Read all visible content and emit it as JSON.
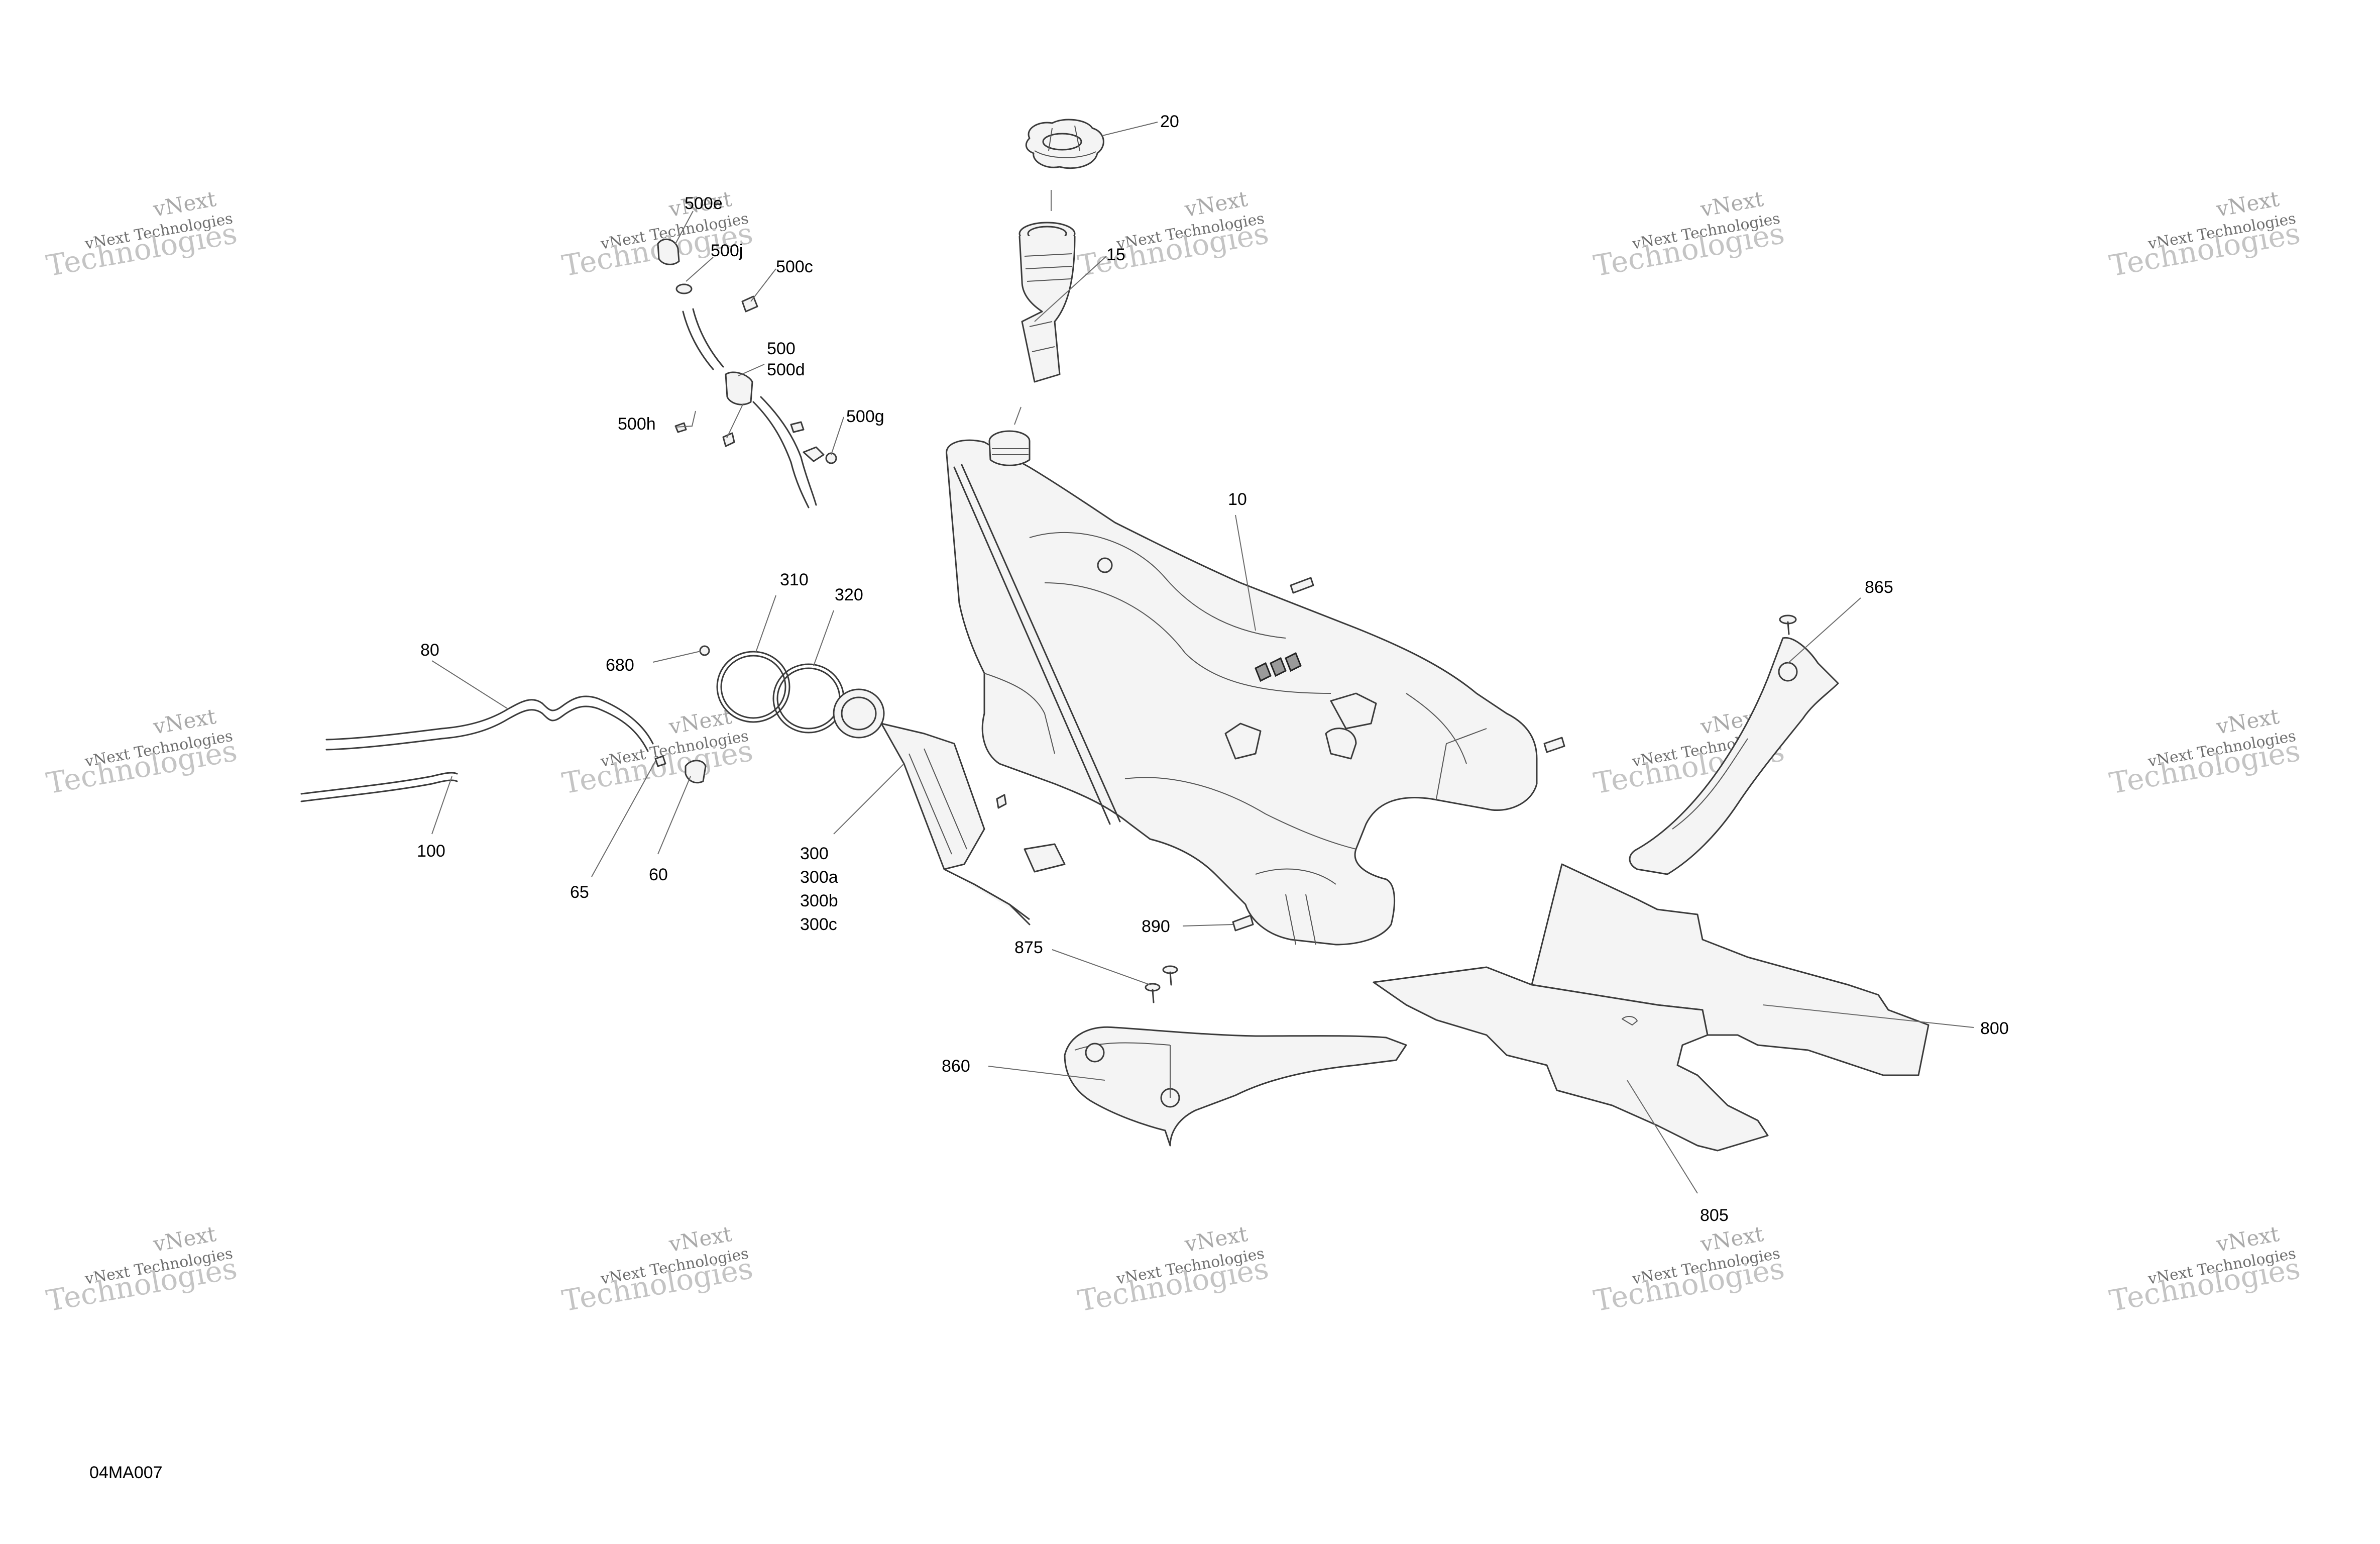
{
  "figure_code": "04MA007",
  "watermark": {
    "line1": "vNext",
    "line2": "vNext Technologies",
    "line3": "Technologies"
  },
  "callouts": [
    {
      "id": "c-20",
      "text": "20"
    },
    {
      "id": "c-15",
      "text": "15"
    },
    {
      "id": "c-10",
      "text": "10"
    },
    {
      "id": "c-500e",
      "text": "500e"
    },
    {
      "id": "c-500j",
      "text": "500j"
    },
    {
      "id": "c-500c",
      "text": "500c"
    },
    {
      "id": "c-500",
      "text": "500"
    },
    {
      "id": "c-500d",
      "text": "500d"
    },
    {
      "id": "c-500h",
      "text": "500h"
    },
    {
      "id": "c-500g",
      "text": "500g"
    },
    {
      "id": "c-310",
      "text": "310"
    },
    {
      "id": "c-320",
      "text": "320"
    },
    {
      "id": "c-680",
      "text": "680"
    },
    {
      "id": "c-80",
      "text": "80"
    },
    {
      "id": "c-100",
      "text": "100"
    },
    {
      "id": "c-65",
      "text": "65"
    },
    {
      "id": "c-60",
      "text": "60"
    },
    {
      "id": "c-300",
      "text": "300"
    },
    {
      "id": "c-300a",
      "text": "300a"
    },
    {
      "id": "c-300b",
      "text": "300b"
    },
    {
      "id": "c-300c",
      "text": "300c"
    },
    {
      "id": "c-890",
      "text": "890"
    },
    {
      "id": "c-875",
      "text": "875"
    },
    {
      "id": "c-860",
      "text": "860"
    },
    {
      "id": "c-865",
      "text": "865"
    },
    {
      "id": "c-800",
      "text": "800"
    },
    {
      "id": "c-805",
      "text": "805"
    }
  ]
}
